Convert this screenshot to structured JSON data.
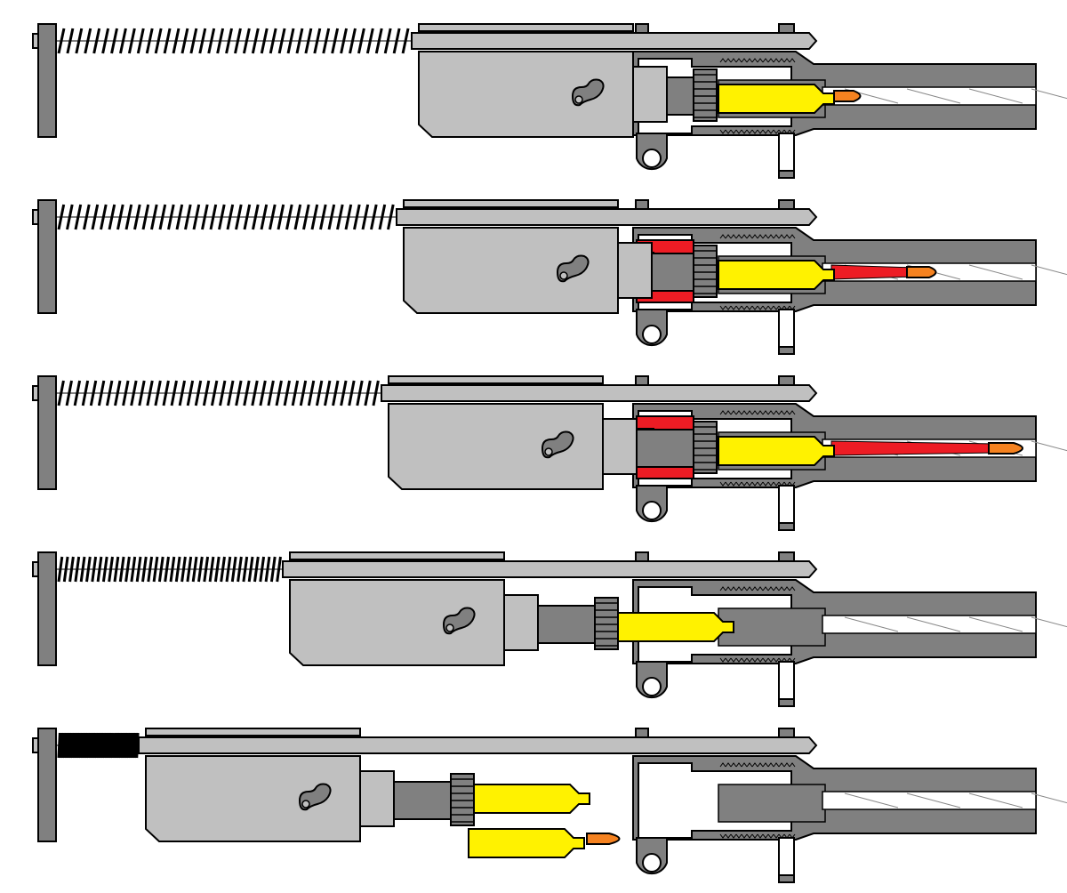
{
  "colors": {
    "background": "#ffffff",
    "steel_light": "#c0c0c0",
    "steel_dark": "#808080",
    "outline": "#000000",
    "cartridge_case": "#fff200",
    "bullet": "#f58220",
    "gas": "#ed1c24"
  },
  "stages": [
    {
      "gas": false,
      "casing": "chambered",
      "bullet": "in-case"
    },
    {
      "gas": true,
      "casing": "chambered",
      "bullet": "in-bore-rear"
    },
    {
      "gas": true,
      "casing": "chambered",
      "bullet": "at-muzzle"
    },
    {
      "gas": false,
      "casing": "extracting",
      "bullet": "none"
    },
    {
      "gas": false,
      "casing": "ejected",
      "bullet": "new-round"
    }
  ]
}
